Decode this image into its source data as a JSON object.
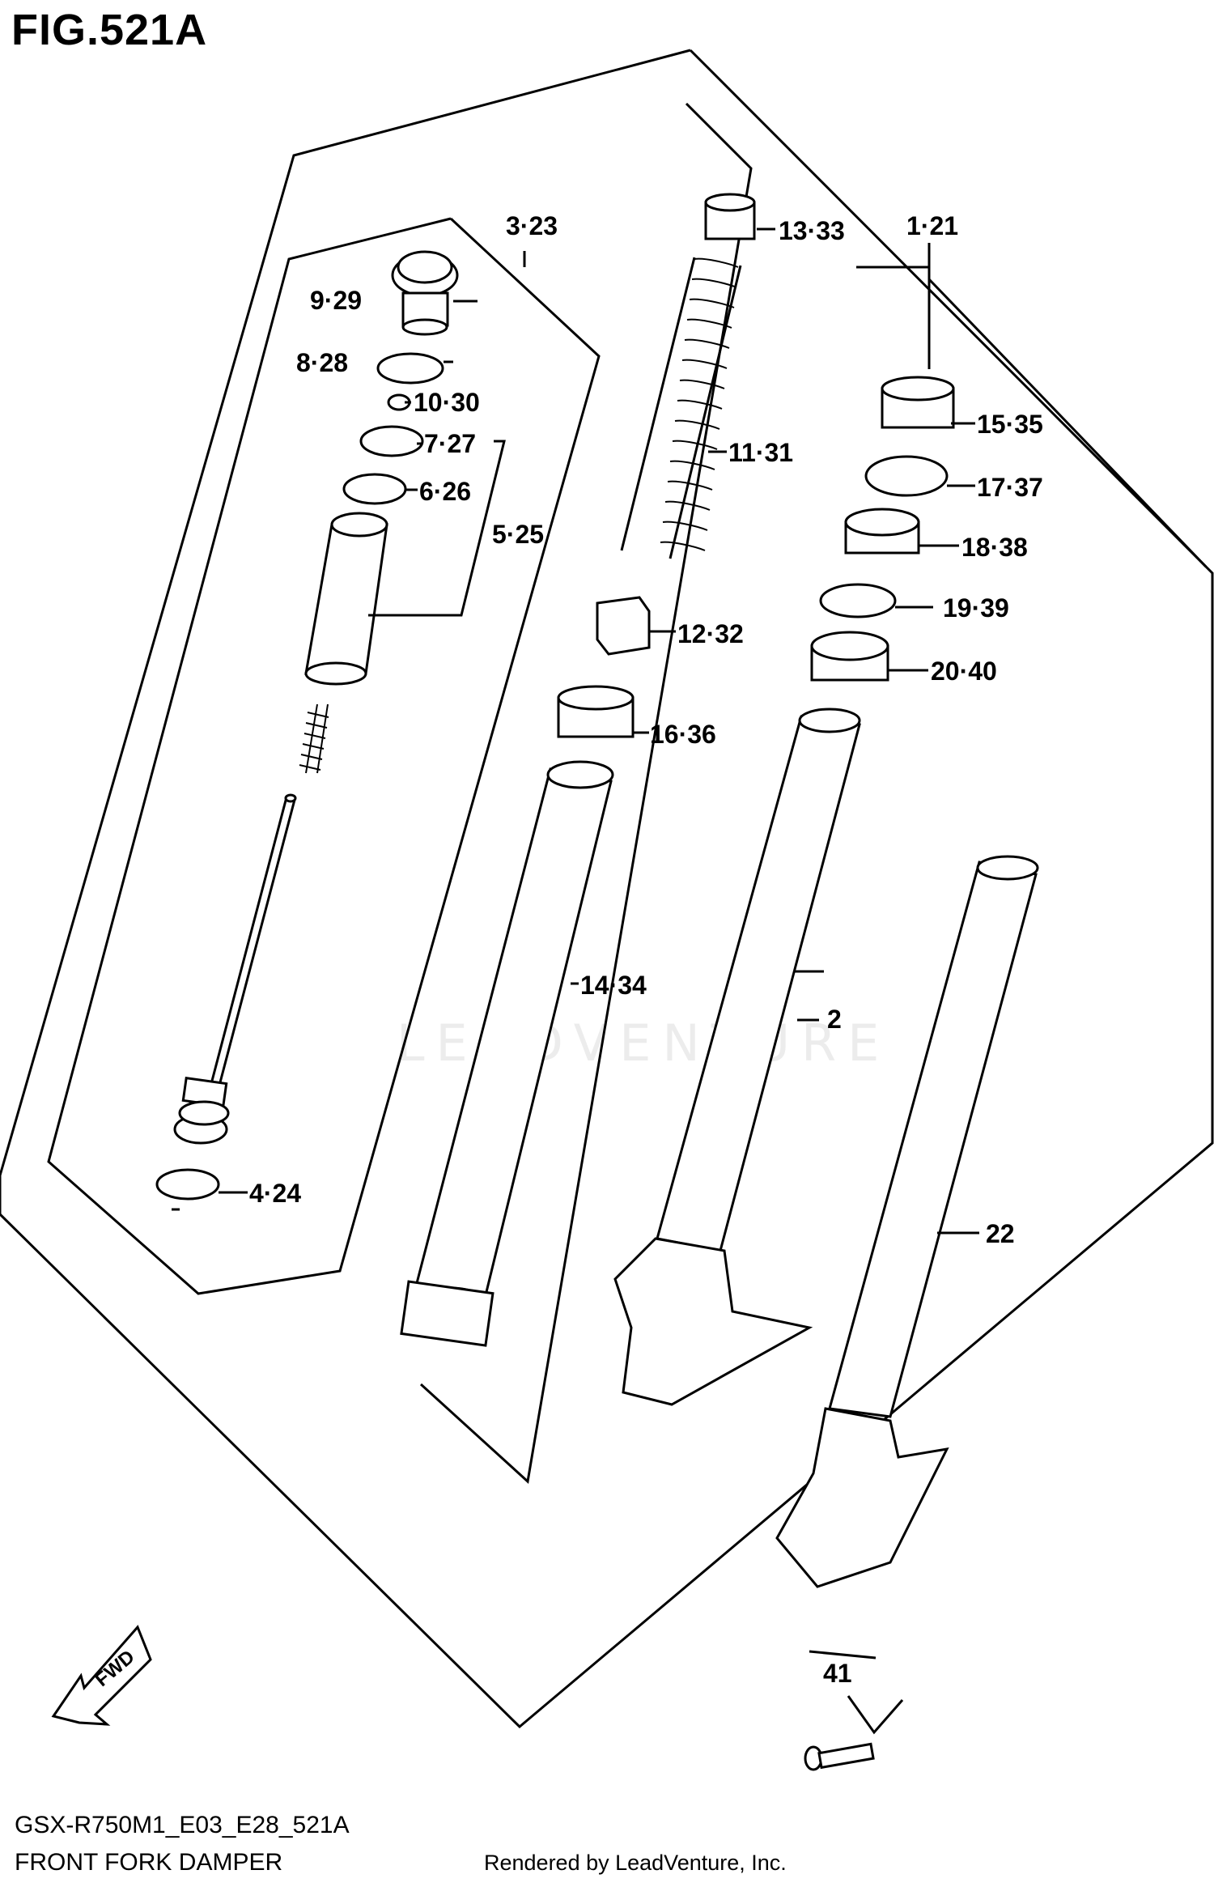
{
  "figure": {
    "title": "FIG.521A"
  },
  "footer": {
    "code": "GSX-R750M1_E03_E28_521A",
    "name": "FRONT FORK DAMPER",
    "rendered_by": "Rendered by LeadVenture, Inc."
  },
  "watermark": "LEADVENTURE",
  "fwd_label": "FWD",
  "callouts": {
    "c1": "1·21",
    "c3": "3·23",
    "c9": "9·29",
    "c8": "8·28",
    "c10": "10·30",
    "c7": "7·27",
    "c6": "6·26",
    "c5": "5·25",
    "c4": "4·24",
    "c13": "13·33",
    "c11": "11·31",
    "c12": "12·32",
    "c16": "16·36",
    "c14": "14·34",
    "c15": "15·35",
    "c17": "17·37",
    "c18": "18·38",
    "c19": "19·39",
    "c20": "20·40",
    "c2": "2",
    "c22": "22",
    "c41": "41"
  }
}
